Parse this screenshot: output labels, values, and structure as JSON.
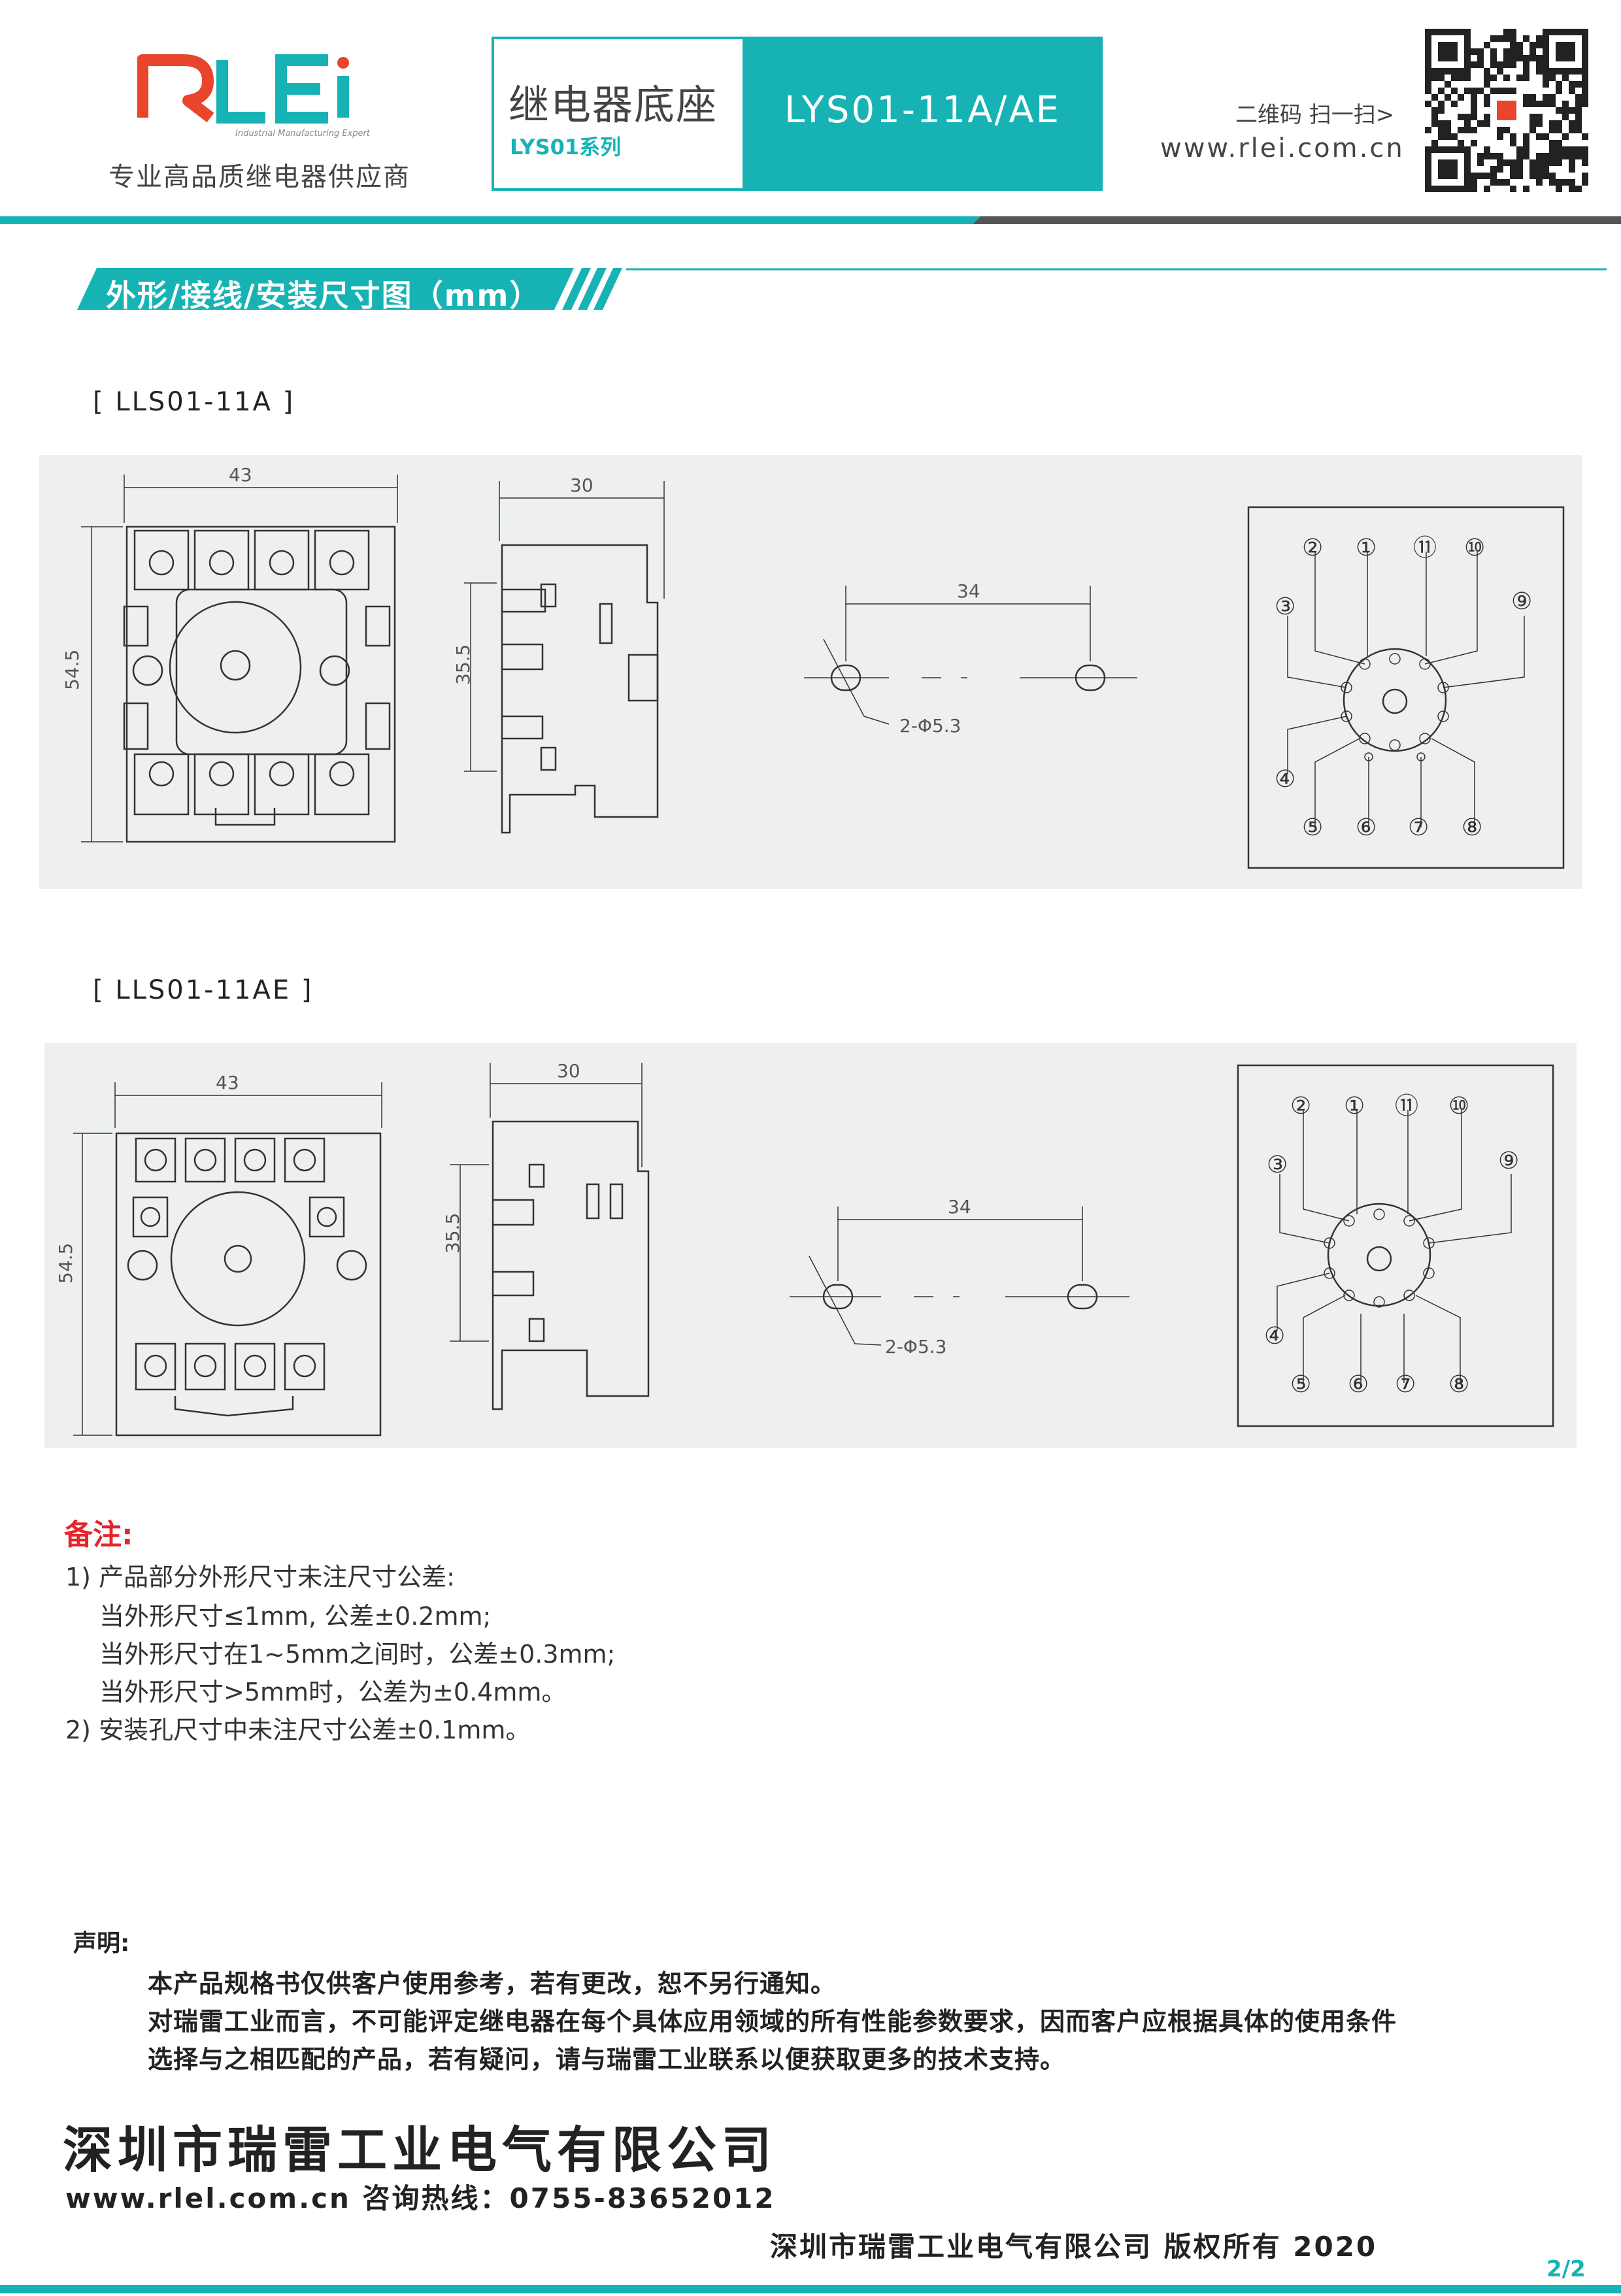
{
  "brand": {
    "logo_text": "RLEi",
    "logo_subtext": "Industrial Manufacturing Expert",
    "slogan": "专业高品质继电器供应商",
    "accent_color": "#17b3b4",
    "logo_color": "#e8452c"
  },
  "header": {
    "product_cn": "继电器底座",
    "series": "LYS01系列",
    "model": "LYS01-11A/AE",
    "scan_text": "二维码 扫一扫>",
    "website": "www.rlei.com.cn",
    "qr_icon": "qr-code-icon"
  },
  "section": {
    "title": "外形/接线/安装尺寸图（mm）"
  },
  "drawings": [
    {
      "label": "[ LLS01-11A ]",
      "front": {
        "width": "43",
        "height": "54.5"
      },
      "side": {
        "width": "30",
        "height": "35.5"
      },
      "mount": {
        "spacing": "34",
        "hole": "2-Φ5.3"
      },
      "pins": [
        "①",
        "②",
        "③",
        "④",
        "⑤",
        "⑥",
        "⑦",
        "⑧",
        "⑨",
        "⑩",
        "⑪"
      ]
    },
    {
      "label": "[ LLS01-11AE ]",
      "front": {
        "width": "43",
        "height": "54.5"
      },
      "side": {
        "width": "30",
        "height": "35.5"
      },
      "mount": {
        "spacing": "34",
        "hole": "2-Φ5.3"
      },
      "pins": [
        "①",
        "②",
        "③",
        "④",
        "⑤",
        "⑥",
        "⑦",
        "⑧",
        "⑨",
        "⑩",
        "⑪"
      ]
    }
  ],
  "remarks": {
    "heading": "备注:",
    "lines": [
      "1) 产品部分外形尺寸未注尺寸公差:",
      "当外形尺寸≤1mm, 公差±0.2mm;",
      "当外形尺寸在1~5mm之间时，公差±0.3mm;",
      "当外形尺寸>5mm时，公差为±0.4mm。",
      "2) 安装孔尺寸中未注尺寸公差±0.1mm。"
    ]
  },
  "declaration": {
    "heading": "声明:",
    "lines": [
      "本产品规格书仅供客户使用参考，若有更改，恕不另行通知。",
      "对瑞雷工业而言，不可能评定继电器在每个具体应用领域的所有性能参数要求，因而客户应根据具体的使用条件",
      "选择与之相匹配的产品，若有疑问，请与瑞雷工业联系以便获取更多的技术支持。"
    ]
  },
  "company": {
    "name": "深圳市瑞雷工业电气有限公司",
    "contact": "www.rlel.com.cn   咨询热线：0755-83652012"
  },
  "footer": {
    "copyright": "深圳市瑞雷工业电气有限公司     版权所有     2020",
    "page": "2/2"
  }
}
